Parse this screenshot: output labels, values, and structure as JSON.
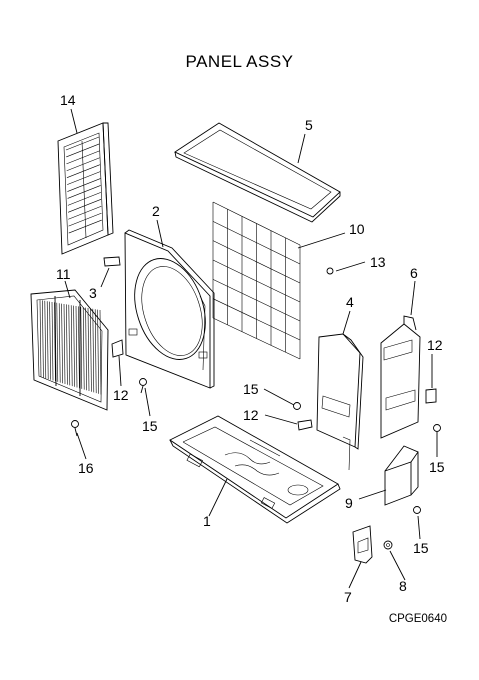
{
  "title": "PANEL ASSY",
  "drawing_code": "CPGE0640",
  "callouts": {
    "c1": "1",
    "c2": "2",
    "c3": "3",
    "c4": "4",
    "c5": "5",
    "c6": "6",
    "c7": "7",
    "c8": "8",
    "c9": "9",
    "c10": "10",
    "c11": "11",
    "c12a": "12",
    "c12b": "12",
    "c12c": "12",
    "c13": "13",
    "c14": "14",
    "c15a": "15",
    "c15b": "15",
    "c15c": "15",
    "c15d": "15",
    "c16": "16"
  }
}
